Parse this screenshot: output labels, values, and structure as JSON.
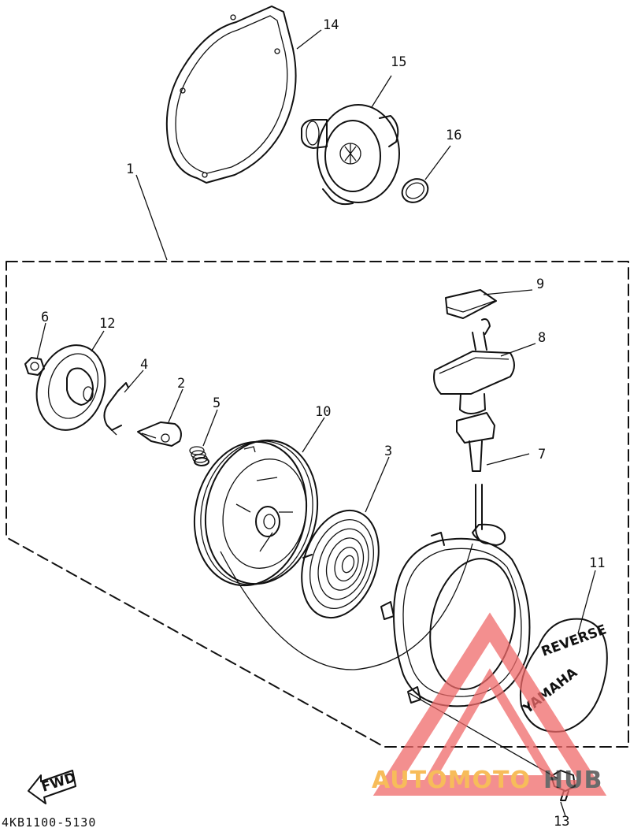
{
  "diagram": {
    "part_labels": [
      "1",
      "2",
      "3",
      "4",
      "5",
      "6",
      "7",
      "8",
      "9",
      "10",
      "11",
      "12",
      "13",
      "14",
      "15",
      "16"
    ],
    "fwd_label": "FWD",
    "drawing_code": "4KB1100-5130",
    "cover_text_reverse": "REVERSE",
    "cover_text_brand": "YAMAHA"
  },
  "watermark": {
    "text_a": "AUTOMOTO",
    "text_b": "HUB",
    "color_red": "#f06a6a",
    "color_orange": "#f5a623",
    "color_dark": "#3a3a3a"
  }
}
